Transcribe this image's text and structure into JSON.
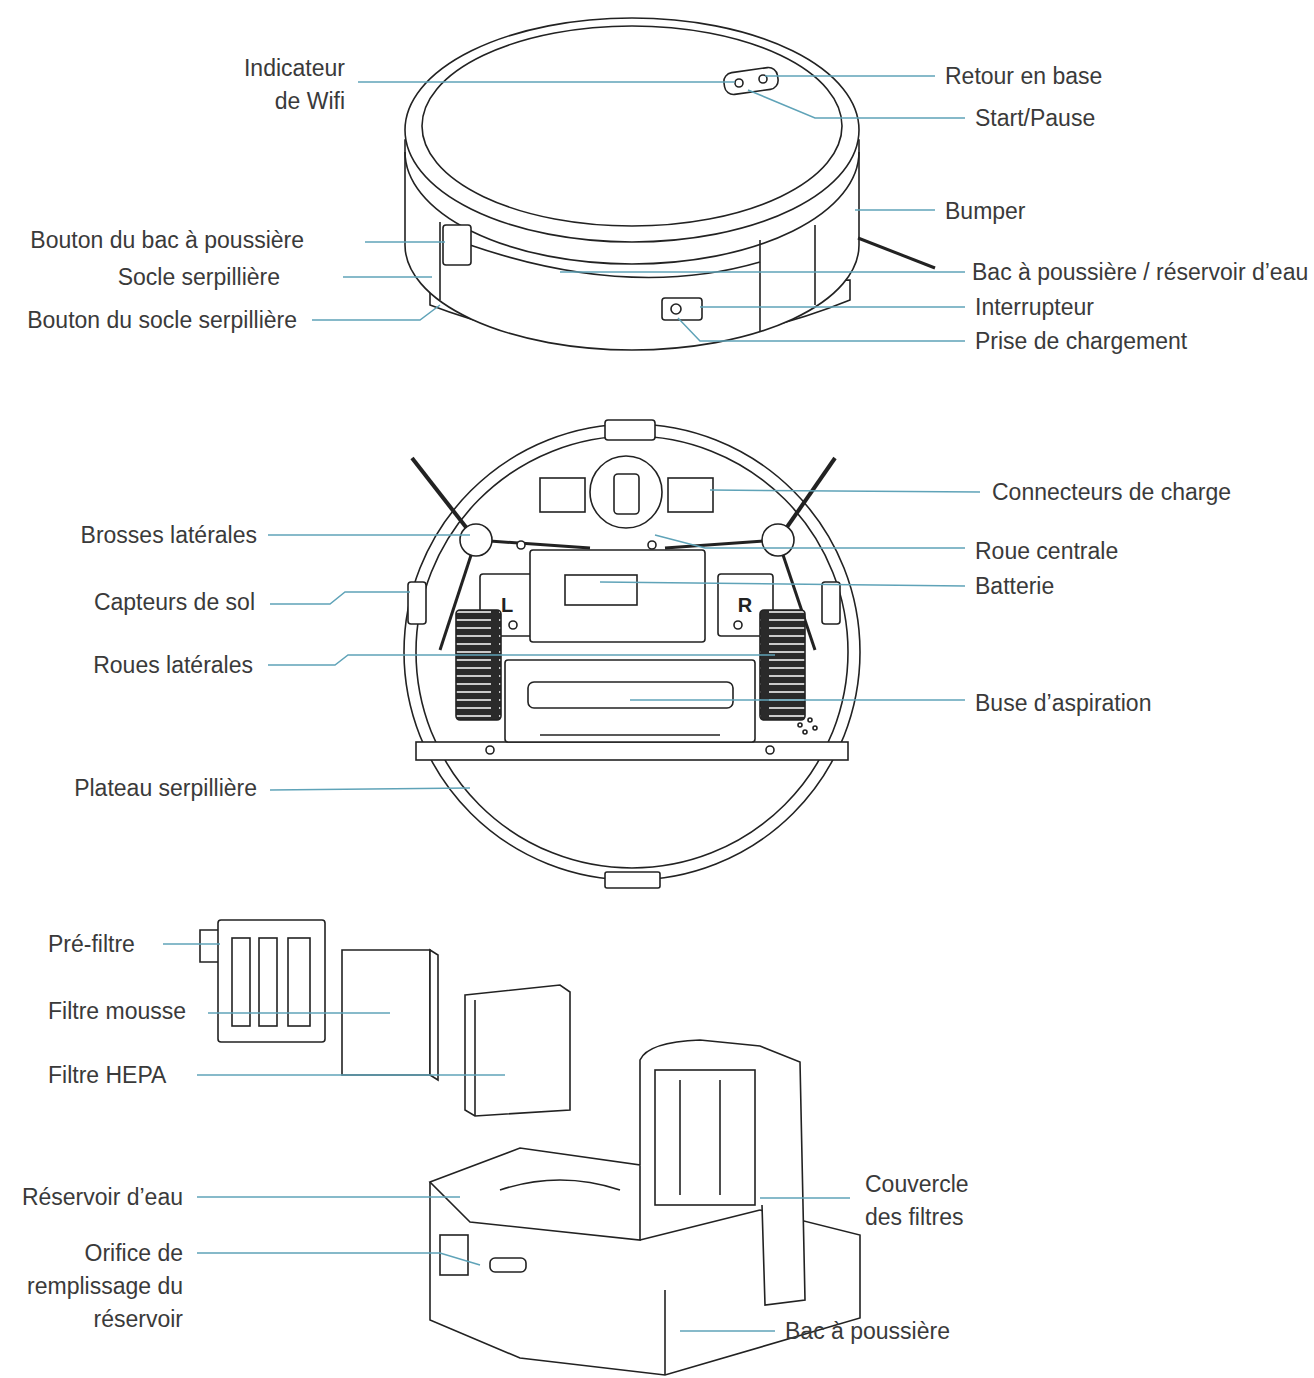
{
  "diagram": {
    "labels": [
      "Indicateur de Wifi",
      "Retour en base",
      "Start/Pause",
      "Bumper",
      "Bouton du bac à poussière",
      "Socle serpillière",
      "Bac à poussière / réservoir d’eau",
      "Interrupteur",
      "Bouton du socle serpillière",
      "Prise de chargement",
      "Connecteurs de charge",
      "Brosses latérales",
      "Roue centrale",
      "Capteurs de sol",
      "L",
      "R",
      "Batterie",
      "Roues latérales",
      "Buse d’aspiration",
      "Plateau serpillière",
      "Pré-filtre",
      "Filtre mousse",
      "Filtre HEPA",
      "Réservoir d’eau",
      "Couvercle des filtres",
      "Orifice de remplissage du réservoir",
      "Bac à poussière"
    ]
  }
}
